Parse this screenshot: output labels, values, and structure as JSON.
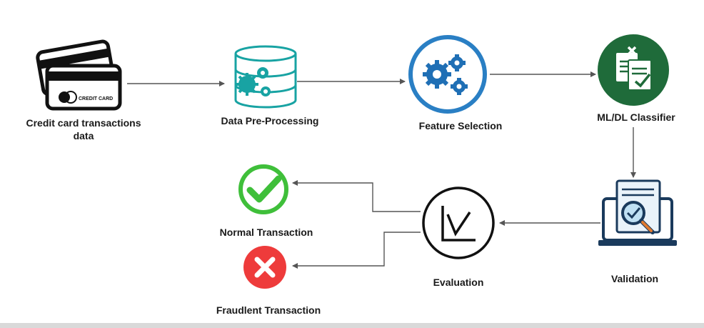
{
  "nodes": {
    "credit_card": {
      "label_line1": "Credit card transactions",
      "label_line2": "data",
      "card_text": "CREDIT CARD",
      "icon": "credit-card-icon"
    },
    "preprocessing": {
      "label": "Data Pre-Processing",
      "icon": "database-gears-icon"
    },
    "feature_selection": {
      "label": "Feature Selection",
      "icon": "gears-icon"
    },
    "classifier": {
      "label": "ML/DL Classifier",
      "icon": "documents-check-icon"
    },
    "validation": {
      "label": "Validation",
      "icon": "laptop-magnifier-icon"
    },
    "evaluation": {
      "label": "Evaluation",
      "icon": "chart-line-icon"
    },
    "normal": {
      "label": "Normal Transaction",
      "icon": "check-circle-icon"
    },
    "fraudulent": {
      "label": "Fraudlent Transaction",
      "icon": "x-circle-icon"
    }
  },
  "colors": {
    "arrow": "#555555",
    "check_green": "#3fbf3a",
    "error_red": "#ee3b3b",
    "gear_blue": "#1f6fb5",
    "ring_blue": "#2a7fc4",
    "classifier_green": "#1f6b3a",
    "teal": "#18a3a3"
  }
}
